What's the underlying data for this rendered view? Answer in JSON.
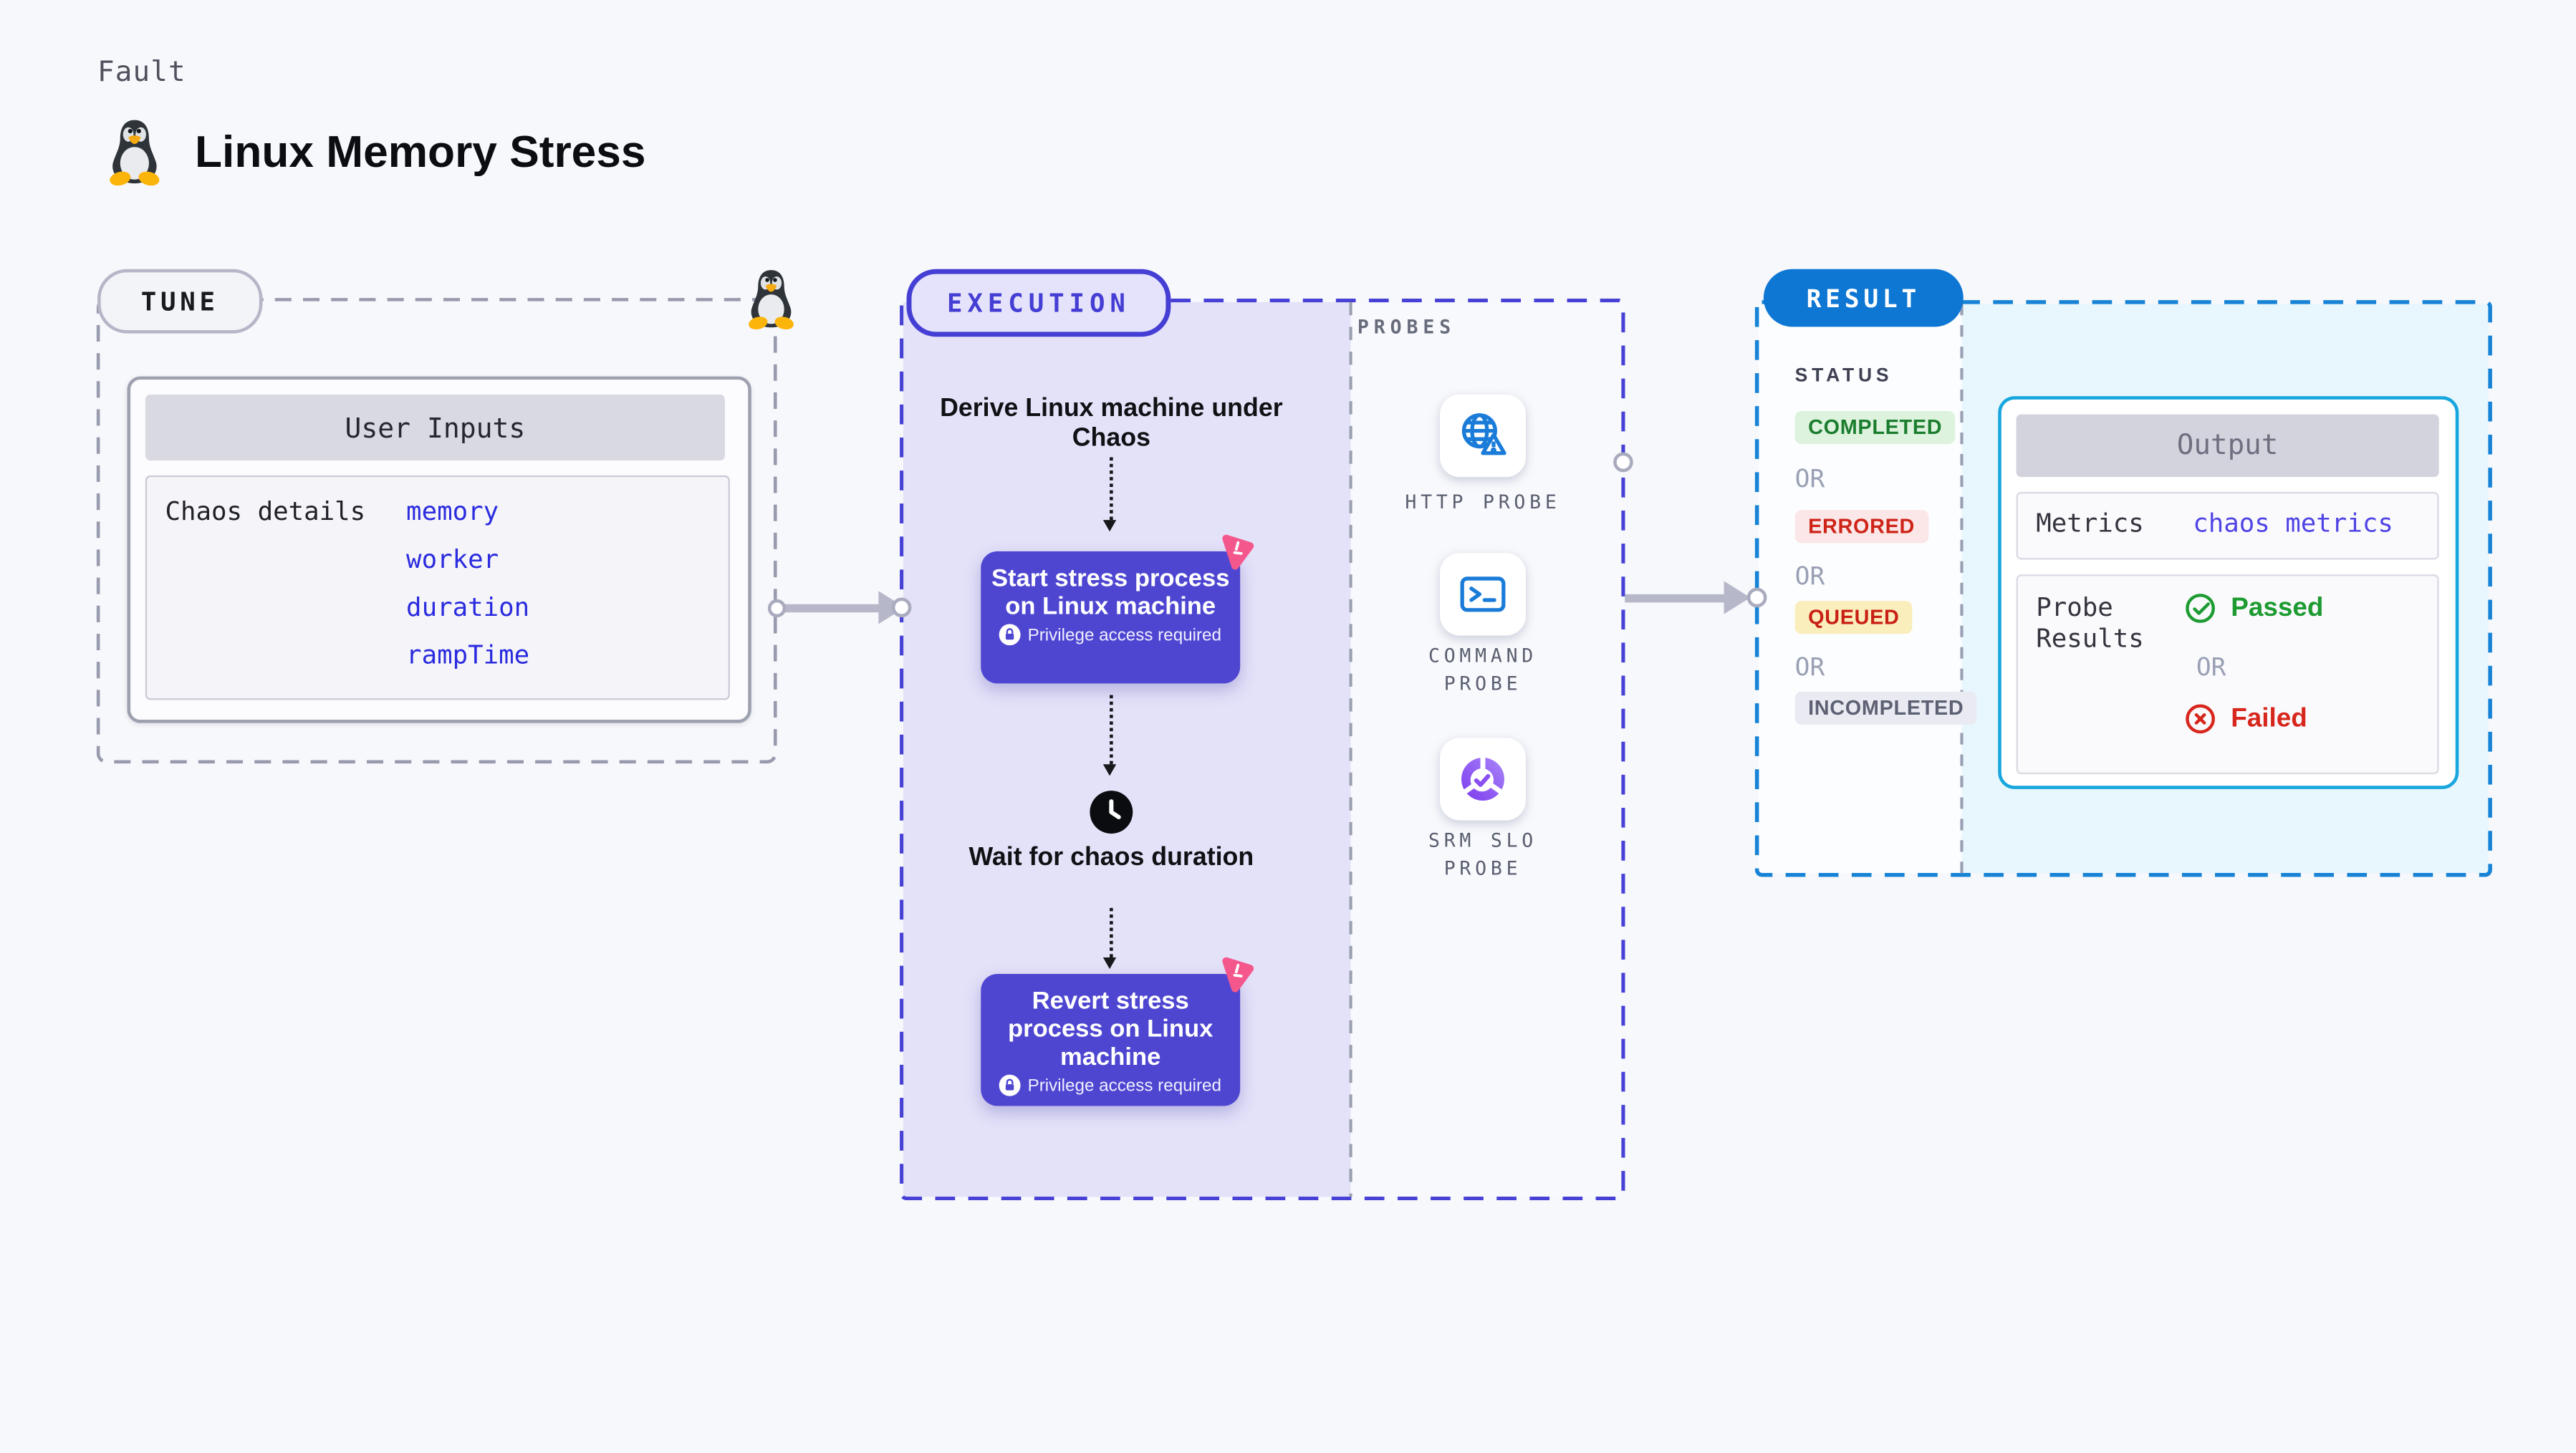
{
  "header": {
    "kicker": "Fault",
    "title": "Linux Memory Stress"
  },
  "tune": {
    "badge": "TUNE",
    "card_title": "User Inputs",
    "row_label": "Chaos details",
    "inputs": [
      "memory",
      "worker",
      "duration",
      "rampTime"
    ]
  },
  "execution": {
    "badge": "EXECUTION",
    "derive_label": "Derive Linux machine under Chaos",
    "wait_label": "Wait for chaos duration",
    "steps": [
      {
        "title": "Start stress process on Linux machine",
        "note": "Privilege access required"
      },
      {
        "title": "Revert stress process on Linux machine",
        "note": "Privilege access required"
      }
    ]
  },
  "probes": {
    "title": "PROBES",
    "items": [
      {
        "label": "HTTP PROBE",
        "icon": "globe-alert-icon"
      },
      {
        "label": "COMMAND PROBE",
        "icon": "terminal-icon"
      },
      {
        "label": "SRM SLO PROBE",
        "icon": "slo-donut-icon"
      }
    ]
  },
  "result": {
    "badge": "RESULT",
    "status_title": "STATUS",
    "or_label": "OR",
    "statuses": [
      {
        "label": "COMPLETED",
        "fg": "#1b7d2e",
        "bg": "#ddf3de"
      },
      {
        "label": "ERRORED",
        "fg": "#ce2418",
        "bg": "#fbe7e7"
      },
      {
        "label": "QUEUED",
        "fg": "#c92015",
        "bg": "#faeebd"
      },
      {
        "label": "INCOMPLETED",
        "fg": "#5d6173",
        "bg": "#e9eaf2"
      }
    ],
    "output": {
      "title": "Output",
      "metrics_label": "Metrics",
      "metrics_value": "chaos metrics",
      "probe_results_label": "Probe Results",
      "or_label": "OR",
      "passed_label": "Passed",
      "failed_label": "Failed"
    }
  },
  "colors": {
    "page_bg": "#f7f8fb",
    "tune_border": "#989aad",
    "execution_accent": "#453ed4",
    "execution_bg": "#e4e2f9",
    "probes_bg": "#f8f9fc",
    "result_accent": "#1783d6",
    "result_pill_bg": "#0e76d3",
    "result_output_bg": "#e8f6fd",
    "step_box_bg": "#4e46d1",
    "chaos_icon_pink": "#f4578c",
    "probe_icon_blue": "#1a7cd8",
    "slo_icon_violet": "#8a4ff2",
    "input_link_blue": "#2b2bdf",
    "passed_green": "#1d9b31",
    "failed_red": "#d7261c"
  }
}
